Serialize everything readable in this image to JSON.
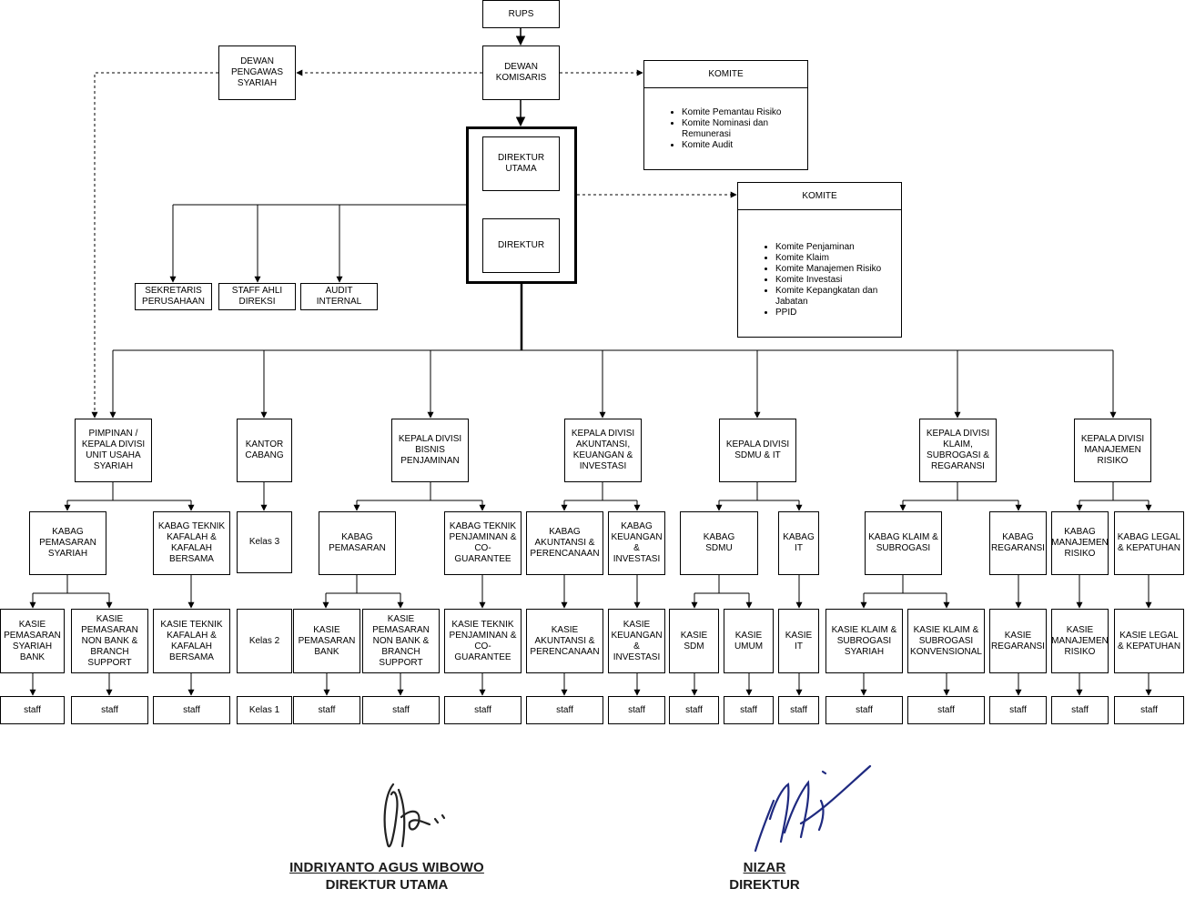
{
  "top": {
    "rups": "RUPS",
    "dewan_komisaris": "DEWAN\nKOMISARIS",
    "dewan_pengawas": "DEWAN\nPENGAWAS\nSYARIAH",
    "direktur_utama": "DIREKTUR\nUTAMA",
    "direktur": "DIREKTUR"
  },
  "komite_komisaris": {
    "title": "KOMITE",
    "items": [
      "Komite Pemantau Risiko",
      "Komite Nominasi dan Remunerasi",
      "Komite Audit"
    ]
  },
  "komite_direksi": {
    "title": "KOMITE",
    "items": [
      "Komite Penjaminan",
      "Komite Klaim",
      "Komite Manajemen Risiko",
      "Komite Investasi",
      "Komite Kepangkatan dan Jabatan",
      "PPID"
    ]
  },
  "support_units": {
    "sekretaris": "SEKRETARIS\nPERUSAHAAN",
    "staff_ahli": "STAFF AHLI\nDIREKSI",
    "audit_internal": "AUDIT INTERNAL"
  },
  "divisions": {
    "syariah": "PIMPINAN /\nKEPALA DIVISI\nUNIT USAHA\nSYARIAH",
    "cabang": "KANTOR\nCABANG",
    "bisnis": "KEPALA DIVISI\nBISNIS\nPENJAMINAN",
    "akuntansi": "KEPALA DIVISI\nAKUNTANSI,\nKEUANGAN &\nINVESTASI",
    "sdmu": "KEPALA DIVISI\nSDMU & IT",
    "klaim": "KEPALA DIVISI\nKLAIM,\nSUBROGASI &\nREGARANSI",
    "risiko": "KEPALA DIVISI\nMANAJEMEN\nRISIKO"
  },
  "kabag": {
    "pemasaran_syariah": "KABAG\nPEMASARAN\nSYARIAH",
    "teknik_kafalah": "KABAG TEKNIK\nKAFALAH &\nKAFALAH\nBERSAMA",
    "kelas3": "Kelas 3",
    "pemasaran": "KABAG\nPEMASARAN",
    "teknik_penjaminan": "KABAG TEKNIK\nPENJAMINAN &\nCO-GUARANTEE",
    "akuntansi": "KABAG\nAKUNTANSI &\nPERENCANAAN",
    "keuangan": "KABAG\nKEUANGAN\n& INVESTASI",
    "sdmu": "KABAG\nSDMU",
    "it": "KABAG\nIT",
    "klaim": "KABAG KLAIM &\nSUBROGASI",
    "regaransi": "KABAG\nREGARANSI",
    "risiko": "KABAG\nMANAJEMEN\nRISIKO",
    "legal": "KABAG LEGAL\n& KEPATUHAN"
  },
  "kasie": {
    "pemasaran_syariah_bank": "KASIE\nPEMASARAN\nSYARIAH\nBANK",
    "pemasaran_nonbank_syariah": "KASIE\nPEMASARAN\nNON BANK &\nBRANCH\nSUPPORT",
    "teknik_kafalah": "KASIE TEKNIK\nKAFALAH &\nKAFALAH\nBERSAMA",
    "kelas2": "Kelas 2",
    "pemasaran_bank": "KASIE\nPEMASARAN\nBANK",
    "pemasaran_nonbank": "KASIE\nPEMASARAN\nNON BANK &\nBRANCH\nSUPPORT",
    "teknik_penjaminan": "KASIE TEKNIK\nPENJAMINAN &\nCO-\nGUARANTEE",
    "akuntansi": "KASIE\nAKUNTANSI &\nPERENCANAAN",
    "keuangan": "KASIE\nKEUANGAN\n& INVESTASI",
    "sdm": "KASIE\nSDM",
    "umum": "KASIE\nUMUM",
    "it": "KASIE IT",
    "klaim_syariah": "KASIE KLAIM &\nSUBROGASI\nSYARIAH",
    "klaim_konvensional": "KASIE KLAIM &\nSUBROGASI\nKONVENSIONAL",
    "regaransi": "KASIE\nREGARANSI",
    "risiko": "KASIE\nMANAJEMEN\nRISIKO",
    "legal": "KASIE LEGAL\n& KEPATUHAN"
  },
  "staff_label": "staff",
  "kelas1": "Kelas 1",
  "signatures": {
    "left_name": "INDRIYANTO AGUS WIBOWO",
    "left_title": "DIREKTUR UTAMA",
    "right_name": "NIZAR",
    "right_title": "DIREKTUR"
  },
  "colors": {
    "line": "#000000",
    "signature_ink": "#1f2a80",
    "signature_ink_left": "#222222"
  }
}
